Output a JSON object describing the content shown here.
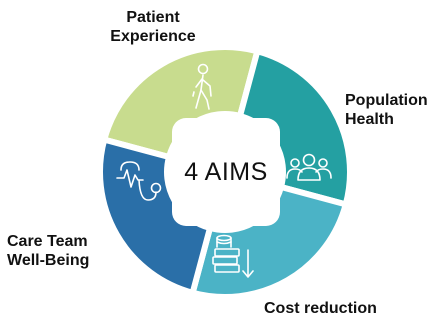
{
  "title": "4 AIMS",
  "segments": [
    {
      "id": "patient",
      "lines": [
        "Patient",
        "Experience"
      ],
      "color": "#c8dc8e",
      "icon": "walking-person-icon"
    },
    {
      "id": "population",
      "lines": [
        "Population",
        "Health"
      ],
      "color": "#24a0a2",
      "icon": "group-of-people-icon"
    },
    {
      "id": "cost",
      "lines": [
        "Cost reduction"
      ],
      "color": "#4bb3c6",
      "icon": "money-stack-down-arrow-icon"
    },
    {
      "id": "care",
      "lines": [
        "Care Team",
        "Well-Being"
      ],
      "color": "#2a6fa8",
      "icon": "heartbeat-stethoscope-icon"
    }
  ]
}
